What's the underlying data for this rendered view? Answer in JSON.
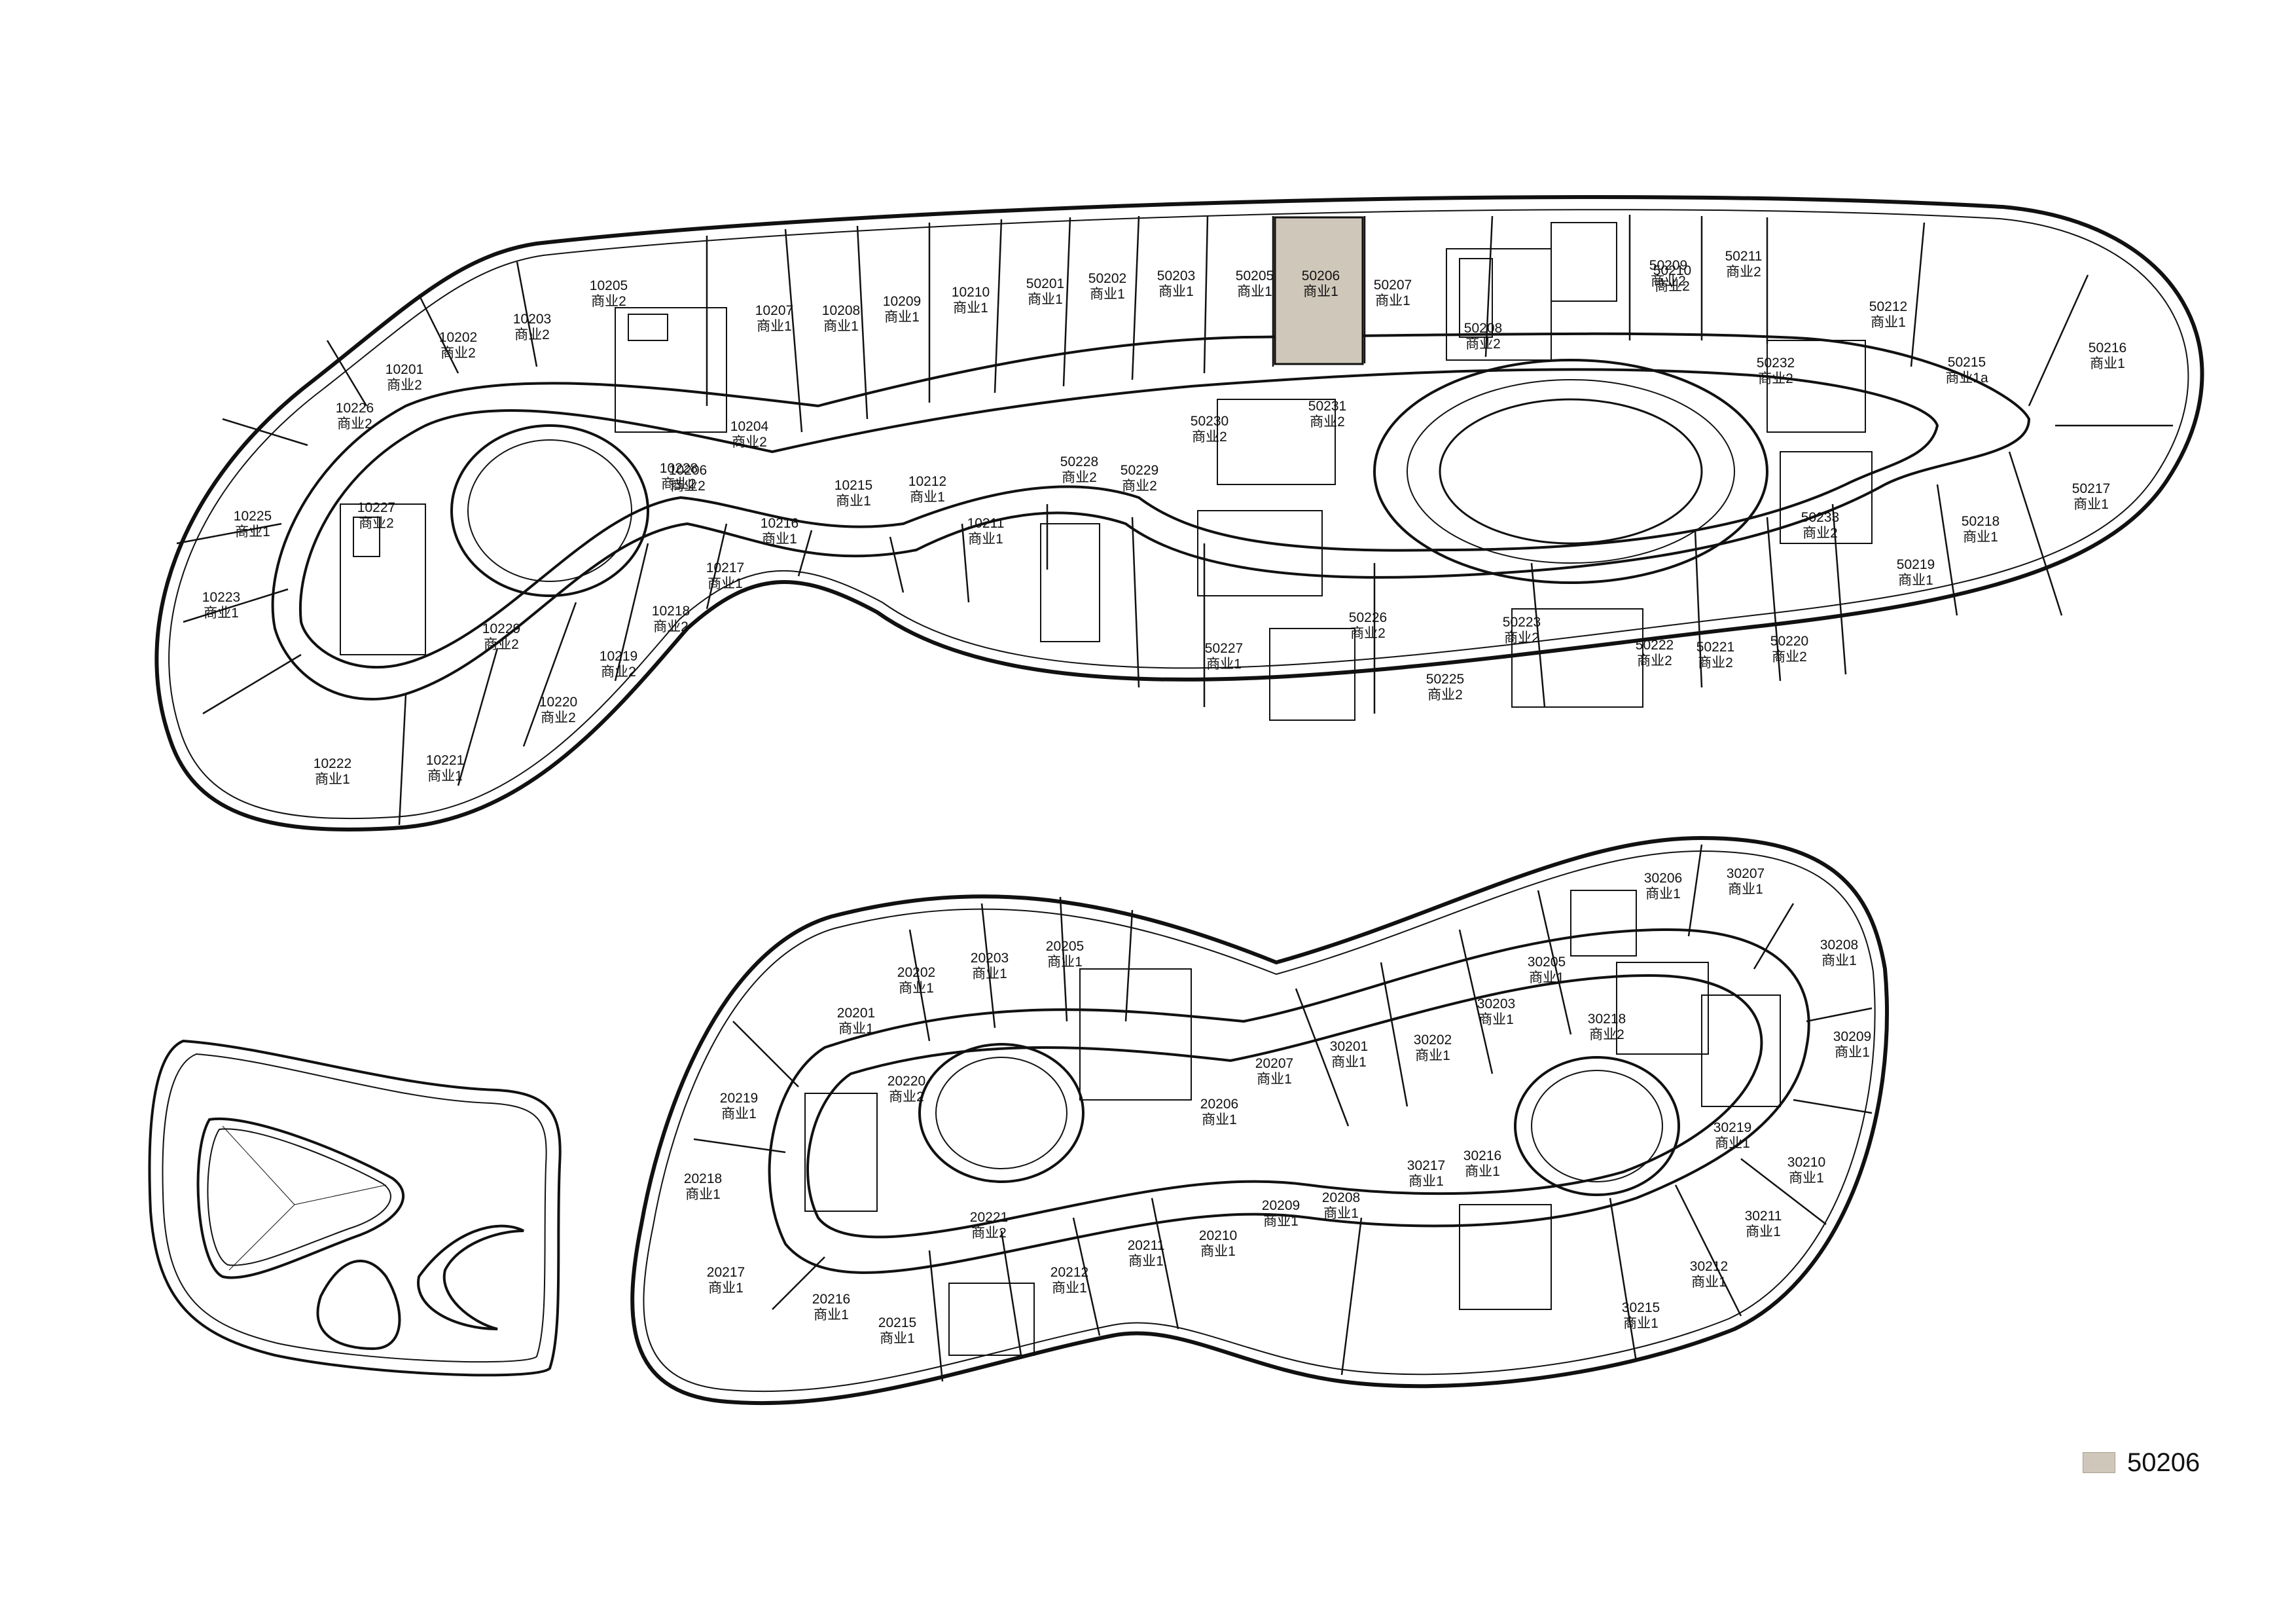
{
  "highlight": {
    "unit_id": "50206",
    "color": "#cfc7b9"
  },
  "legend": {
    "label": "50206"
  },
  "units": [
    {
      "id": "10205",
      "label": "商业2"
    },
    {
      "id": "10202",
      "label": "商业2"
    },
    {
      "id": "10203",
      "label": "商业2"
    },
    {
      "id": "10201",
      "label": "商业2"
    },
    {
      "id": "10226",
      "label": "商业2"
    },
    {
      "id": "10207",
      "label": "商业1"
    },
    {
      "id": "10208",
      "label": "商业1"
    },
    {
      "id": "10209",
      "label": "商业1"
    },
    {
      "id": "10210",
      "label": "商业1"
    },
    {
      "id": "50201",
      "label": "商业1"
    },
    {
      "id": "50202",
      "label": "商业1"
    },
    {
      "id": "50203",
      "label": "商业1"
    },
    {
      "id": "50205",
      "label": "商业1"
    },
    {
      "id": "50206",
      "label": "商业1"
    },
    {
      "id": "50207",
      "label": "商业1"
    },
    {
      "id": "50208",
      "label": "商业2"
    },
    {
      "id": "50209",
      "label": "商业2"
    },
    {
      "id": "50210",
      "label": "商业2"
    },
    {
      "id": "50211",
      "label": "商业2"
    },
    {
      "id": "50212",
      "label": "商业1"
    },
    {
      "id": "50216",
      "label": "商业1"
    },
    {
      "id": "50215",
      "label": "商业1a"
    },
    {
      "id": "50217",
      "label": "商业1"
    },
    {
      "id": "50218",
      "label": "商业1"
    },
    {
      "id": "50219",
      "label": "商业1"
    },
    {
      "id": "50220",
      "label": "商业2"
    },
    {
      "id": "50221",
      "label": "商业2"
    },
    {
      "id": "50222",
      "label": "商业2"
    },
    {
      "id": "50223",
      "label": "商业2"
    },
    {
      "id": "50225",
      "label": "商业2"
    },
    {
      "id": "50226",
      "label": "商业2"
    },
    {
      "id": "50227",
      "label": "商业1"
    },
    {
      "id": "50228",
      "label": "商业2"
    },
    {
      "id": "50229",
      "label": "商业2"
    },
    {
      "id": "50230",
      "label": "商业2"
    },
    {
      "id": "50231",
      "label": "商业2"
    },
    {
      "id": "50232",
      "label": "商业2"
    },
    {
      "id": "50233",
      "label": "商业2"
    },
    {
      "id": "10211",
      "label": "商业1"
    },
    {
      "id": "10212",
      "label": "商业1"
    },
    {
      "id": "10215",
      "label": "商业1"
    },
    {
      "id": "10216",
      "label": "商业1"
    },
    {
      "id": "10217",
      "label": "商业1"
    },
    {
      "id": "10218",
      "label": "商业2"
    },
    {
      "id": "10219",
      "label": "商业2"
    },
    {
      "id": "10220",
      "label": "商业2"
    },
    {
      "id": "10221",
      "label": "商业1"
    },
    {
      "id": "10222",
      "label": "商业1"
    },
    {
      "id": "10223",
      "label": "商业1"
    },
    {
      "id": "10225",
      "label": "商业1"
    },
    {
      "id": "10227",
      "label": "商业2"
    },
    {
      "id": "10228",
      "label": "商业2"
    },
    {
      "id": "10204",
      "label": "商业2"
    },
    {
      "id": "10206",
      "label": "商业2"
    },
    {
      "id": "10229",
      "label": "商业2"
    },
    {
      "id": "20205",
      "label": "商业1"
    },
    {
      "id": "20203",
      "label": "商业1"
    },
    {
      "id": "20202",
      "label": "商业1"
    },
    {
      "id": "20201",
      "label": "商业1"
    },
    {
      "id": "20219",
      "label": "商业1"
    },
    {
      "id": "20220",
      "label": "商业2"
    },
    {
      "id": "20218",
      "label": "商业1"
    },
    {
      "id": "20217",
      "label": "商业1"
    },
    {
      "id": "20216",
      "label": "商业1"
    },
    {
      "id": "20215",
      "label": "商业1"
    },
    {
      "id": "20221",
      "label": "商业2"
    },
    {
      "id": "20212",
      "label": "商业1"
    },
    {
      "id": "20211",
      "label": "商业1"
    },
    {
      "id": "20210",
      "label": "商业1"
    },
    {
      "id": "20209",
      "label": "商业1"
    },
    {
      "id": "20208",
      "label": "商业1"
    },
    {
      "id": "20207",
      "label": "商业1"
    },
    {
      "id": "20206",
      "label": "商业1"
    },
    {
      "id": "30201",
      "label": "商业1"
    },
    {
      "id": "30202",
      "label": "商业1"
    },
    {
      "id": "30203",
      "label": "商业1"
    },
    {
      "id": "30205",
      "label": "商业1"
    },
    {
      "id": "30206",
      "label": "商业1"
    },
    {
      "id": "30207",
      "label": "商业1"
    },
    {
      "id": "30208",
      "label": "商业1"
    },
    {
      "id": "30209",
      "label": "商业1"
    },
    {
      "id": "30210",
      "label": "商业1"
    },
    {
      "id": "30211",
      "label": "商业1"
    },
    {
      "id": "30212",
      "label": "商业1"
    },
    {
      "id": "30215",
      "label": "商业1"
    },
    {
      "id": "30216",
      "label": "商业1"
    },
    {
      "id": "30217",
      "label": "商业1"
    },
    {
      "id": "30218",
      "label": "商业2"
    },
    {
      "id": "30219",
      "label": "商业1"
    }
  ]
}
